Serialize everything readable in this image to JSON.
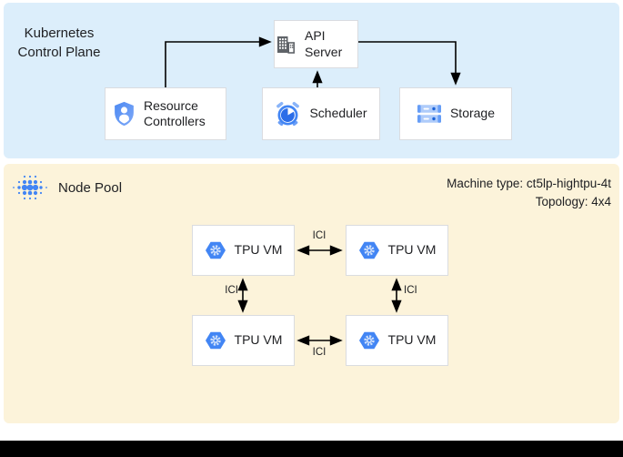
{
  "sections": {
    "control_plane": {
      "title": "Kubernetes Control Plane",
      "api_server": "API Server",
      "resource_controllers": "Resource Controllers",
      "scheduler": "Scheduler",
      "storage": "Storage"
    },
    "node_pool": {
      "title": "Node Pool",
      "machine_type": "Machine type: ct5lp-hightpu-4t",
      "topology": "Topology: 4x4",
      "tpu_vms": [
        {
          "label": "TPU VM"
        },
        {
          "label": "TPU VM"
        },
        {
          "label": "TPU VM"
        },
        {
          "label": "TPU VM"
        }
      ],
      "ici_links": [
        {
          "label": "ICI"
        },
        {
          "label": "ICI"
        },
        {
          "label": "ICI"
        },
        {
          "label": "ICI"
        }
      ]
    }
  },
  "icons": {
    "api_server": "building-icon",
    "resource_controllers": "shield-user-icon",
    "scheduler": "alarm-clock-icon",
    "storage": "server-stack-icon",
    "node_pool": "dot-cluster-icon",
    "tpu_vm": "gke-hexagon-gear-icon"
  },
  "colors": {
    "control_plane_bg": "#dceefb",
    "node_pool_bg": "#fcf3da",
    "accent_blue": "#4285f4",
    "arrow": "#000000",
    "box_border": "#dadce0",
    "text": "#202124"
  }
}
